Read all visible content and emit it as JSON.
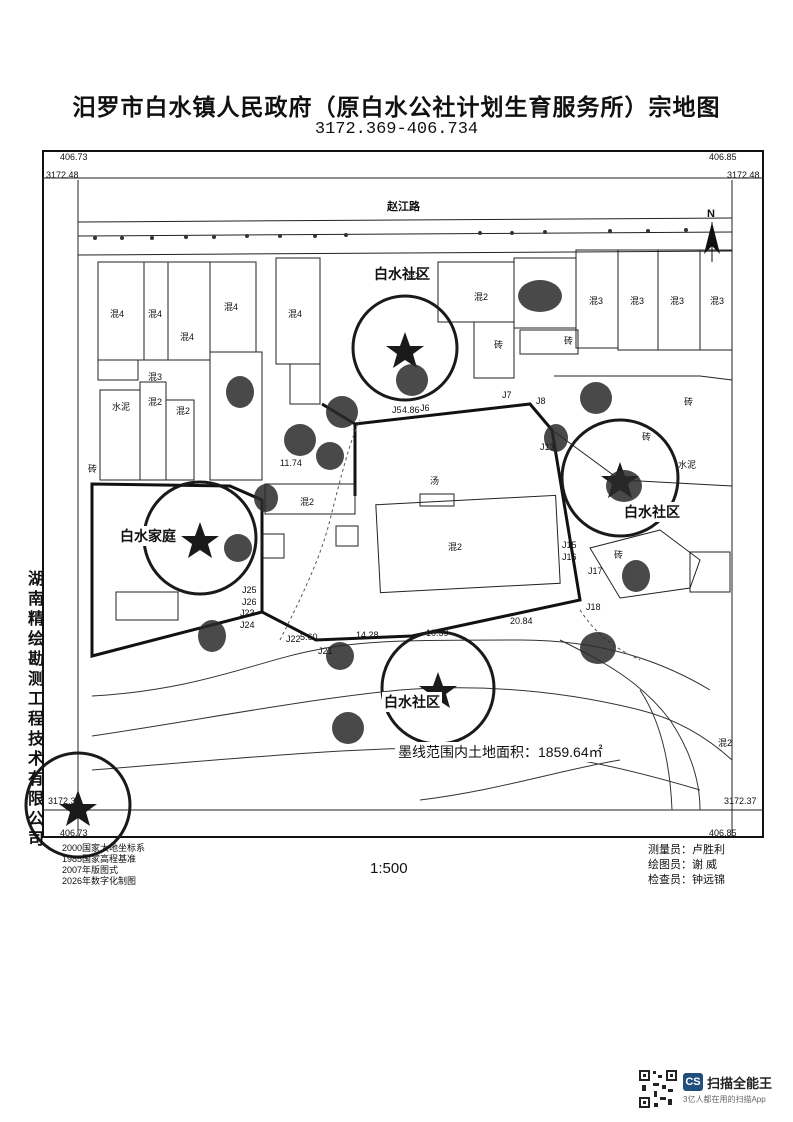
{
  "header": {
    "title": "汨罗市白水镇人民政府（原白水公社计划生育服务所）宗地图",
    "coordinate": "3172.369-406.734"
  },
  "frame_corners": {
    "top_left_x": "406.73",
    "top_left_y": "3172.48",
    "top_right_x": "406.85",
    "top_right_y": "3172.48",
    "bottom_left_y": "3172.37",
    "bottom_left_x": "406.73",
    "bottom_right_y": "3172.37",
    "bottom_right_x": "406.85"
  },
  "map": {
    "road_name": "赵江路",
    "north_label": "N",
    "place_labels": [
      "白水社区",
      "白水家庭",
      "白水社区",
      "白水社区"
    ],
    "building_labels": {
      "hun2": "混2",
      "hun3": "混3",
      "hun4": "混4",
      "zhuan": "砖",
      "shuini": "水泥",
      "tang": "汤"
    },
    "area_text": "墨线范围内土地面积：1859.64㎡",
    "parcel_points": [
      "J5",
      "J6",
      "J7",
      "J8",
      "J13",
      "J15",
      "J16",
      "J17",
      "J18",
      "J21",
      "J22",
      "J23",
      "J24",
      "J25",
      "J26"
    ],
    "distances": [
      "4.86",
      "11.74",
      "5.60",
      "14.28",
      "10.59",
      "20.84"
    ]
  },
  "footer": {
    "scale": "1:500",
    "legend": [
      "2000国家大地坐标系",
      "1985国家高程基准",
      "2007年版图式",
      "2026年数字化制图"
    ],
    "staff": [
      "测量员：卢胜利",
      "绘图员：谢 威",
      "检查员：钟远锦"
    ],
    "company": "湖南精绘勘测工程技术有限公司"
  },
  "watermark": {
    "badge": "CS",
    "brand": "扫描全能王",
    "subtitle": "3亿人都在用的扫描App"
  },
  "colors": {
    "ink": "#111111",
    "stamp_ink": "#1a1a1a",
    "badge": "#1f4f7a"
  }
}
